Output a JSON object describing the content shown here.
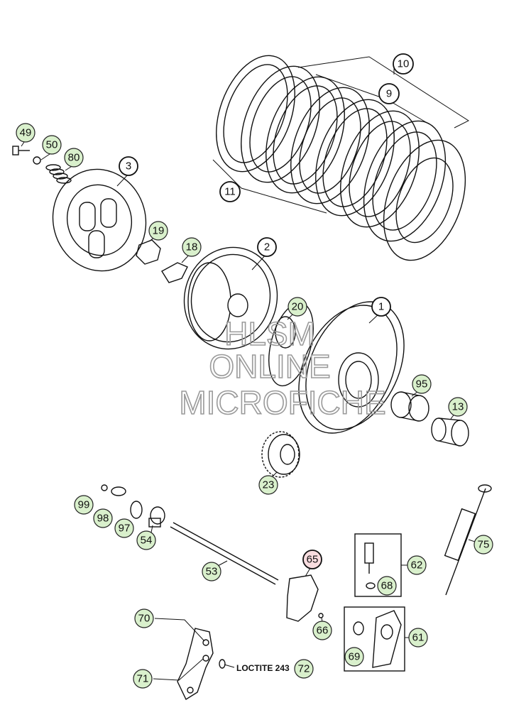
{
  "callouts": {
    "c1": "1",
    "c2": "2",
    "c3": "3",
    "c9": "9",
    "c10": "10",
    "c11": "11",
    "c13": "13",
    "c18": "18",
    "c19": "19",
    "c20": "20",
    "c23": "23",
    "c49": "49",
    "c50": "50",
    "c53": "53",
    "c54": "54",
    "c61": "61",
    "c62": "62",
    "c65": "65",
    "c66": "66",
    "c68": "68",
    "c69": "69",
    "c70": "70",
    "c71": "71",
    "c72": "72",
    "c75": "75",
    "c80": "80",
    "c95": "95",
    "c97": "97",
    "c98": "98",
    "c99": "99"
  },
  "note": "LOCTITE 243",
  "watermark": {
    "line1": "HLSM",
    "line2": "ONLINE",
    "line3": "MICROFICHE"
  },
  "colors": {
    "callout_fill": "#ffffff",
    "callout_green": "#d9f0cc",
    "callout_pink": "#f8dcdf",
    "watermark": "#9a9a9a"
  }
}
